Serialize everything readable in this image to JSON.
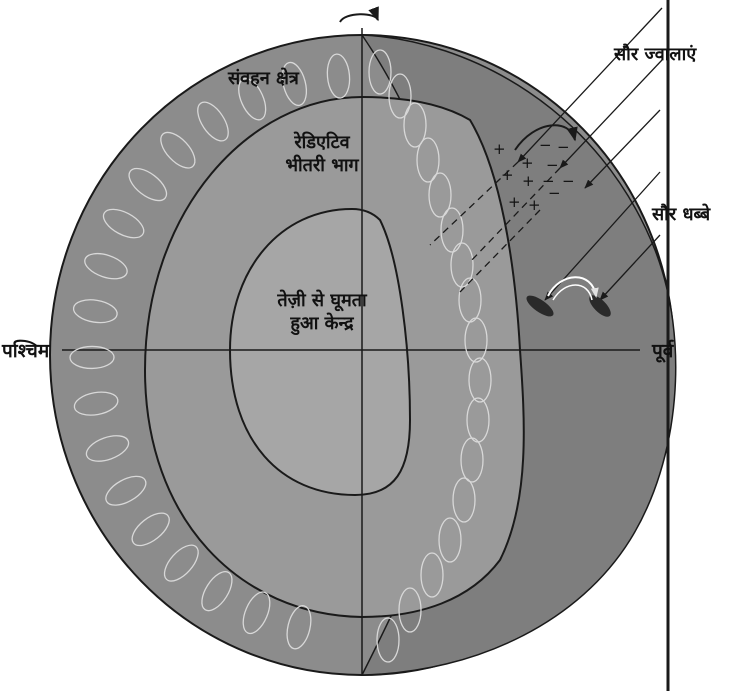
{
  "labels": {
    "convection_zone": "संवहन क्षेत्र",
    "radiative_line1": "रेडिएटिव",
    "radiative_line2": "भीतरी भाग",
    "core_line1": "तेज़ी से घूमता",
    "core_line2": "हुआ केन्द्र",
    "west": "पश्चिम",
    "east": "पूर्व",
    "solar_flares": "सौर ज्वालाएं",
    "sunspots": "सौर धब्बे"
  },
  "charge_signs": {
    "plus": "+",
    "minus": "−"
  },
  "colors": {
    "outer_sphere": "#8c8c8c",
    "radiative_zone": "#9a9a9a",
    "core": "#a6a6a6",
    "cut_face": "#7e7e7e",
    "lines": "#1a1a1a",
    "convection_loops": "#d8d8d8",
    "sunspot": "#2a2a2a"
  }
}
